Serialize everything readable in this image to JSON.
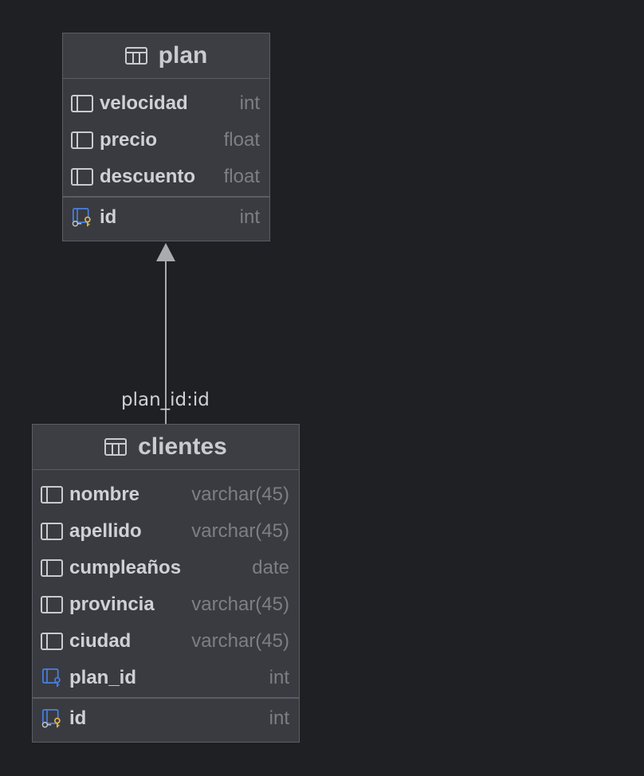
{
  "tables": [
    {
      "id": "plan",
      "name": "plan",
      "icon": "table-icon",
      "columns": [
        {
          "name": "velocidad",
          "type": "int",
          "icon": "column-icon"
        },
        {
          "name": "precio",
          "type": "float",
          "icon": "column-icon"
        },
        {
          "name": "descuento",
          "type": "float",
          "icon": "column-icon"
        }
      ],
      "primary_key": [
        {
          "name": "id",
          "type": "int",
          "icon": "primary-key-icon"
        }
      ]
    },
    {
      "id": "clientes",
      "name": "clientes",
      "icon": "table-icon",
      "columns": [
        {
          "name": "nombre",
          "type": "varchar(45)",
          "icon": "column-icon"
        },
        {
          "name": "apellido",
          "type": "varchar(45)",
          "icon": "column-icon"
        },
        {
          "name": "cumpleaños",
          "type": "date",
          "icon": "column-icon"
        },
        {
          "name": "provincia",
          "type": "varchar(45)",
          "icon": "column-icon"
        },
        {
          "name": "ciudad",
          "type": "varchar(45)",
          "icon": "column-icon"
        },
        {
          "name": "plan_id",
          "type": "int",
          "icon": "foreign-key-icon"
        }
      ],
      "primary_key": [
        {
          "name": "id",
          "type": "int",
          "icon": "primary-key-icon"
        }
      ]
    }
  ],
  "relations": [
    {
      "from": "clientes",
      "to": "plan",
      "label": "plan_id:id"
    }
  ],
  "colors": {
    "background": "#1f2024",
    "table_fill": "#393b40",
    "border": "#5a5d63",
    "key_blue": "#4a7fe0",
    "key_gold": "#e0b84a"
  }
}
